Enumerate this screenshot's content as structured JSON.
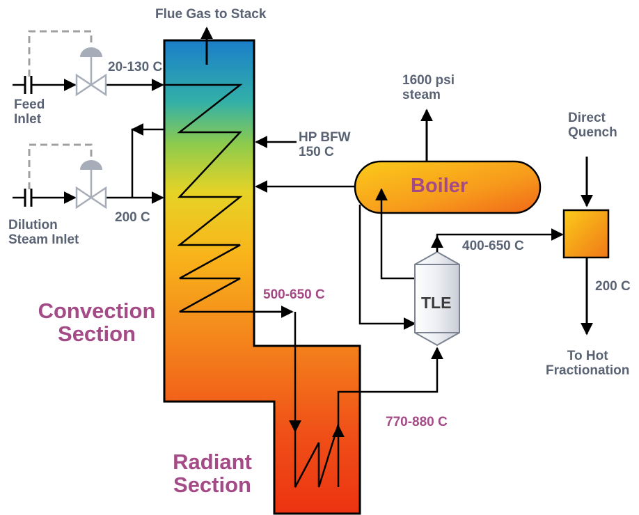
{
  "labels": {
    "flue_gas": "Flue Gas to Stack",
    "feed_temp": "20-130 C",
    "feed_inlet_line1": "Feed",
    "feed_inlet_line2": "Inlet",
    "hp_bfw_line1": "HP BFW",
    "hp_bfw_line2": "150 C",
    "dilution_temp": "200 C",
    "dilution_line1": "Dilution",
    "dilution_line2": "Steam Inlet",
    "steam_line1": "1600 psi",
    "steam_line2": "steam",
    "boiler": "Boiler",
    "direct_quench_line1": "Direct",
    "direct_quench_line2": "Quench",
    "quench_in_temp": "400-650 C",
    "quench_out_temp": "200 C",
    "tle": "TLE",
    "crossover_temp": "500-650 C",
    "radiant_out_temp": "770-880 C",
    "hot_frac_line1": "To Hot",
    "hot_frac_line2": "Fractionation",
    "convection_line1": "Convection",
    "convection_line2": "Section",
    "radiant_line1": "Radiant",
    "radiant_line2": "Section"
  },
  "colors": {
    "flow_line": "#000000",
    "control_line": "#a0a0a0",
    "valve": "#a7adb8",
    "label_gray": "#5a6374",
    "label_purple": "#a44a86",
    "furnace_top": "#1a7ec9",
    "furnace_mid": "#f4c01b",
    "furnace_bottom": "#ee3a12"
  }
}
